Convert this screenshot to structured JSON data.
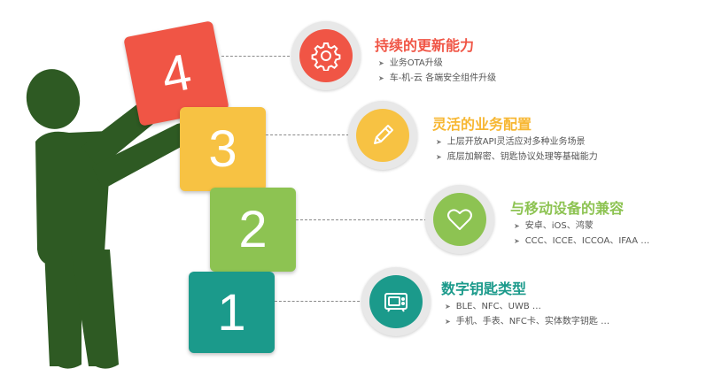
{
  "colors": {
    "red": "#f05545",
    "yellow": "#f7c243",
    "green": "#8dc352",
    "teal": "#1b9a8b",
    "figure": "#2e5a23",
    "circle_ring": "#e8e8e8"
  },
  "blocks": [
    {
      "number": "4",
      "color": "#f05545"
    },
    {
      "number": "3",
      "color": "#f7c243"
    },
    {
      "number": "2",
      "color": "#8dc352"
    },
    {
      "number": "1",
      "color": "#1b9a8b"
    }
  ],
  "items": [
    {
      "icon": "gear-icon",
      "color": "#f05545",
      "title": "持续的更新能力",
      "bullets": [
        "业务OTA升级",
        "车-机-云 各端安全组件升级"
      ]
    },
    {
      "icon": "pencil-icon",
      "color": "#f7c243",
      "title": "灵活的业务配置",
      "bullets": [
        "上层开放API灵活应对多种业务场景",
        "底层加解密、钥匙协议处理等基础能力"
      ]
    },
    {
      "icon": "heart-icon",
      "color": "#8dc352",
      "title": "与移动设备的兼容",
      "bullets": [
        "安卓、iOS、鸿蒙",
        "CCC、ICCE、ICCOA、IFAA …"
      ]
    },
    {
      "icon": "monitor-icon",
      "color": "#1b9a8b",
      "title": "数字钥匙类型",
      "bullets": [
        "BLE、NFC、UWB …",
        "手机、手表、NFC卡、实体数字钥匙 …"
      ]
    }
  ]
}
